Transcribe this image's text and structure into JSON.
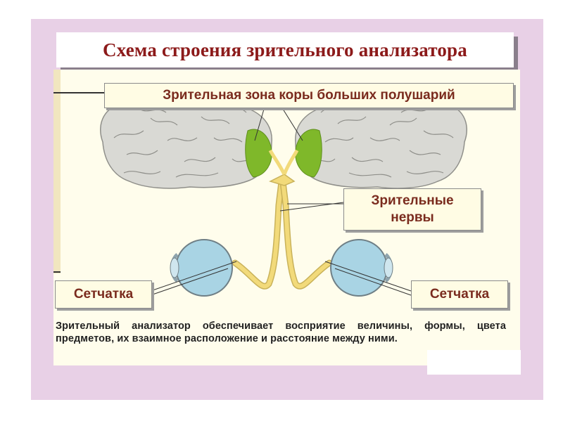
{
  "title": "Схема строения зрительного анализатора",
  "labels": {
    "visual_cortex": "Зрительная зона коры больших полушарий",
    "optic_nerves_line1": "Зрительные",
    "optic_nerves_line2": "нервы",
    "retina_left": "Сетчатка",
    "retina_right": "Сетчатка"
  },
  "caption": "Зрительный анализатор обеспечивает восприятие величины, формы, цвета предметов, их взаимное расположение и расстояние между ними.",
  "colors": {
    "slide_background": "#e8d0e6",
    "title_text": "#8c1a1a",
    "panel": "#fffdec",
    "brain": "#d9d9d4",
    "visual_zone": "#7fb82a",
    "nerve": "#f2da7a",
    "eye": "#a9d4e4",
    "label_text": "#7a2b1e"
  },
  "icons": [
    "brain-left-icon",
    "brain-right-icon",
    "eye-left-icon",
    "eye-right-icon"
  ]
}
